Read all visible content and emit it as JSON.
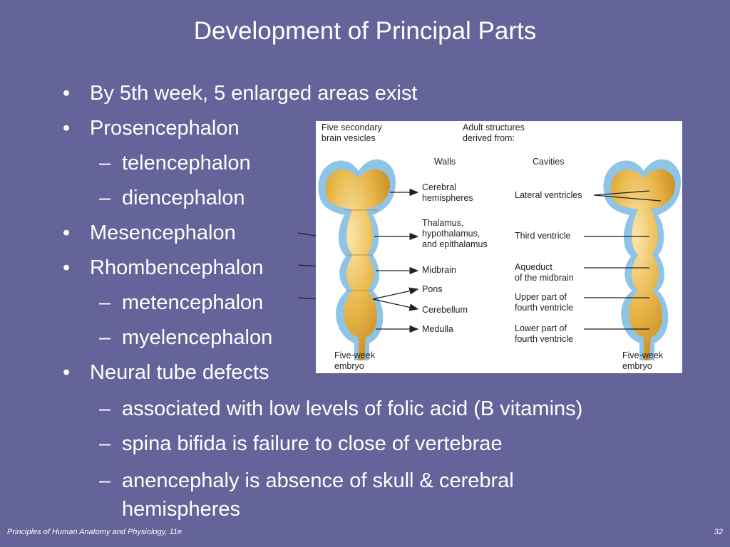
{
  "title": "Development of Principal Parts",
  "bullets": {
    "b1": "By 5th week, 5 enlarged areas exist",
    "b2": "Prosencephalon",
    "b2a": "telencephalon",
    "b2b": "diencephalon",
    "b3": "Mesencephalon",
    "b4": "Rhombencephalon",
    "b4a": "metencephalon",
    "b4b": "myelencephalon",
    "b5": "Neural tube defects",
    "b5a": "associated with low levels of folic acid (B vitamins)",
    "b5b": "spina bifida is failure to close of vertebrae",
    "b5c": "anencephaly is absence of skull & cerebral hemispheres"
  },
  "figure": {
    "header_left": "Five secondary\nbrain vesicles",
    "header_right": "Adult structures\nderived from:",
    "col_walls": "Walls",
    "col_cavities": "Cavities",
    "walls": {
      "cerebral": "Cerebral\nhemispheres",
      "thalamus": "Thalamus,\nhypothalamus,\nand epithalamus",
      "midbrain": "Midbrain",
      "pons": "Pons",
      "cerebellum": "Cerebellum",
      "medulla": "Medulla"
    },
    "cavities": {
      "lateral": "Lateral ventricles",
      "third": "Third ventricle",
      "aqueduct": "Aqueduct\nof the midbrain",
      "upper": "Upper part of\nfourth ventricle",
      "lower": "Lower part of\nfourth ventricle"
    },
    "embryo_left": "Five-week\nembryo",
    "embryo_right": "Five-week\nembryo"
  },
  "footer": {
    "left": "Principles of Human Anatomy and Physiology, 11e",
    "right": "32"
  },
  "colors": {
    "background": "#64639a",
    "vesicle_fill": "#e8b64a",
    "vesicle_outline": "#8ec4e6"
  }
}
